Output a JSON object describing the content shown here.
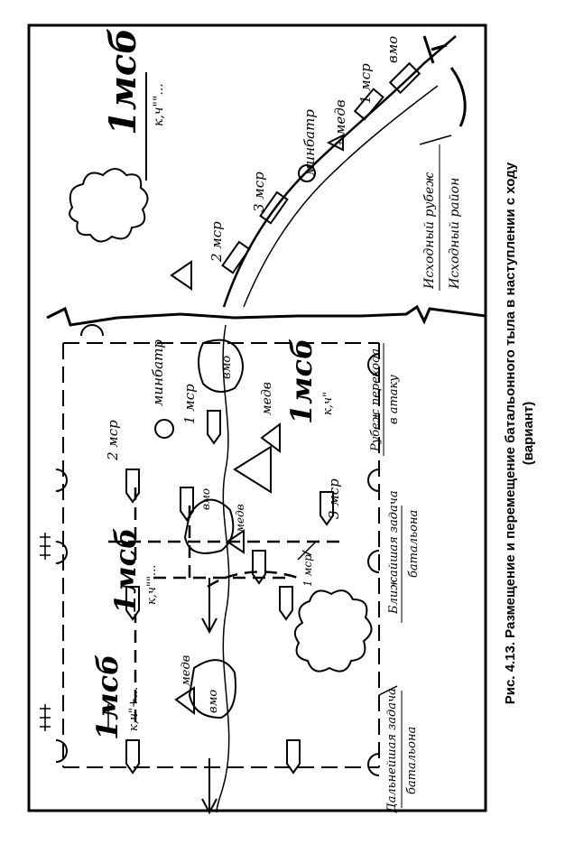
{
  "caption": {
    "line1": "Рис. 4.13. Размещение и перемещение батальонного тыла в наступлении с ходу",
    "line2": "(вариант)"
  },
  "labels": {
    "unit_main": "1мсб",
    "unit_sub": "к,ч\"\"...",
    "unit_sub_plus": "к,ч\"+...",
    "unit_sub2": "к,ч\"",
    "vmo": "вмо",
    "medv": "медв",
    "minbatr": "минбатр",
    "msr1": "1 мср",
    "msr2": "2 мср",
    "msr3": "3 мср",
    "isx_rubezh": "Исходный рубеж",
    "isx_rayon": "Исходный район",
    "rubezh_perehoda_1": "Рубеж перехода",
    "rubezh_perehoda_2": "в атаку",
    "blizh_1": "Ближайшая задача",
    "blizh_2": "батальона",
    "dalnej_1": "Дальнейшая задача",
    "dalnej_2": "батальона"
  }
}
